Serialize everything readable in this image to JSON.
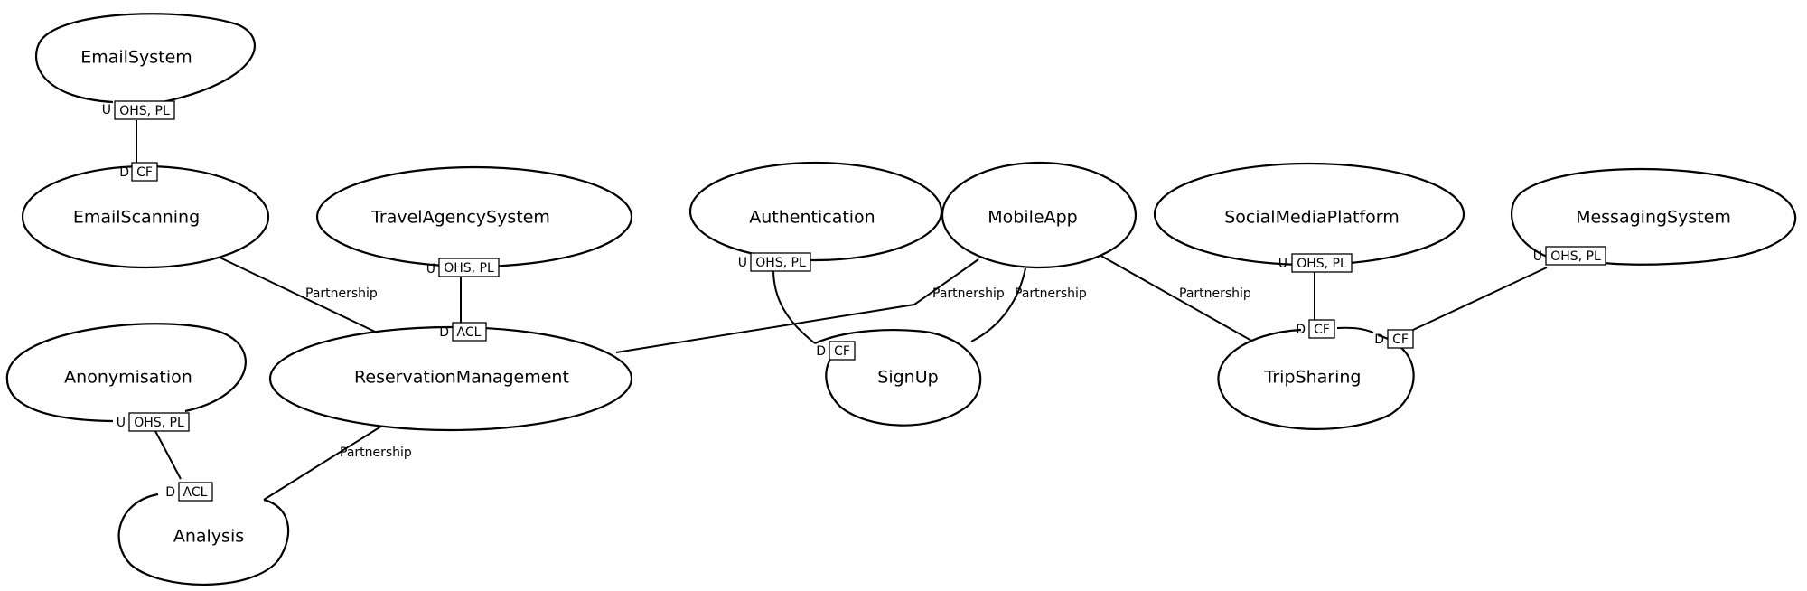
{
  "contexts": {
    "email_system": "EmailSystem",
    "email_scanning": "EmailScanning",
    "travel_agency_system": "TravelAgencySystem",
    "authentication": "Authentication",
    "mobile_app": "MobileApp",
    "social_media_platform": "SocialMediaPlatform",
    "messaging_system": "MessagingSystem",
    "anonymisation": "Anonymisation",
    "reservation_management": "ReservationManagement",
    "sign_up": "SignUp",
    "trip_sharing": "TripSharing",
    "analysis": "Analysis"
  },
  "relationships": {
    "partnership_label": "Partnership",
    "upstream_letter": "U",
    "downstream_letter": "D",
    "patterns": {
      "ohs_pl": "OHS, PL",
      "cf": "CF",
      "acl": "ACL"
    }
  }
}
